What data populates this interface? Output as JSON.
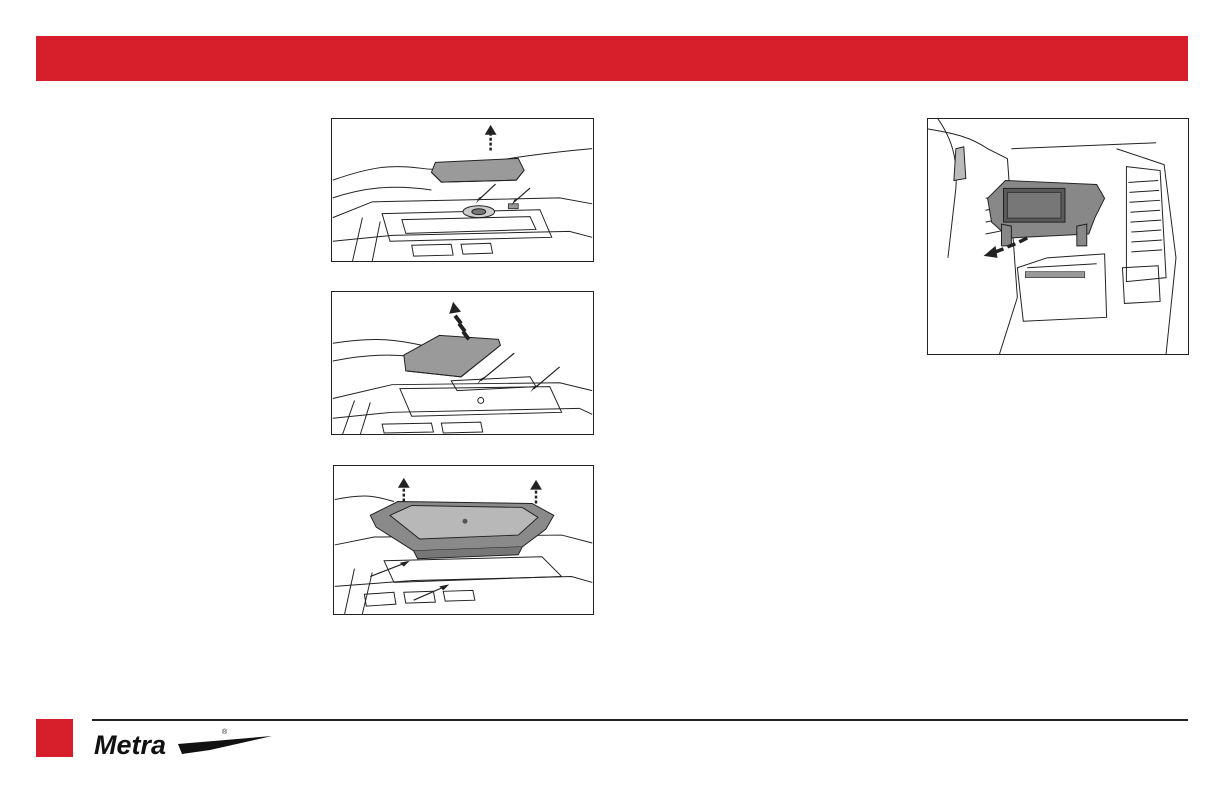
{
  "header": {
    "color": "#d71f2b"
  },
  "figures": [
    {
      "id": "fig1",
      "icon": "lift-off-trim-cover-illustration"
    },
    {
      "id": "fig2",
      "icon": "lift-off-dash-panel-illustration"
    },
    {
      "id": "fig3",
      "icon": "remove-storage-pocket-illustration"
    },
    {
      "id": "fig4",
      "icon": "remove-factory-radio-illustration"
    }
  ],
  "footer": {
    "brand": "Metra",
    "registered_mark": "®",
    "accent_color": "#d71f2b"
  }
}
